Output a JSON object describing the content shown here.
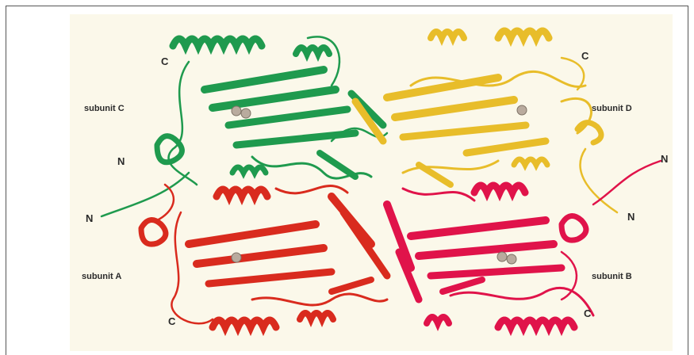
{
  "labels": {
    "subunit_c": "subunit C",
    "subunit_d": "subunit D",
    "subunit_a": "subunit A",
    "subunit_b": "subunit B",
    "c_top_left": "C",
    "c_top_right": "C",
    "c_bottom_left": "C",
    "c_bottom_right": "C",
    "n_left_upper": "N",
    "n_left_lower": "N",
    "n_right_upper": "N",
    "n_right_lower": "N"
  },
  "colors": {
    "subunit_c": "#1f9a4e",
    "subunit_d": "#e8bd2a",
    "subunit_a": "#d92b1e",
    "subunit_b": "#e0134a",
    "background": "#fbf8ea"
  }
}
